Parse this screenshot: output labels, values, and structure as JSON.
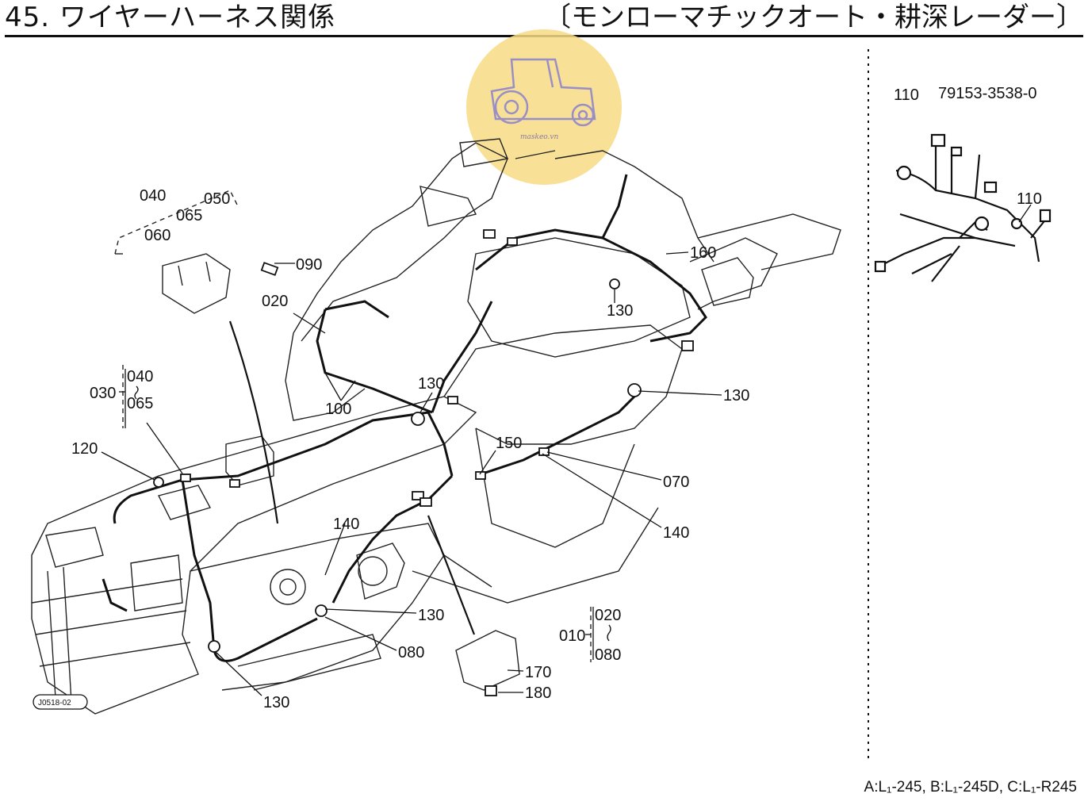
{
  "header": {
    "title": "45. ワイヤーハーネス関係",
    "subtitle": "〔モンローマチックオート・耕深レーダー〕"
  },
  "watermark": {
    "text": "maskeo.vn",
    "icon": "tractor-logo-icon",
    "color": "#f5d77a"
  },
  "inset": {
    "part_no": "110",
    "part_number": "79153-3538-0",
    "callout": "110"
  },
  "callouts": {
    "c040": "040",
    "c050": "050",
    "c065": "065",
    "c060": "060",
    "c090": "090",
    "c020": "020",
    "c030": "030",
    "c040b": "040",
    "c065b": "065",
    "c120": "120",
    "c100": "100",
    "c130a": "130",
    "c130b": "130",
    "c130c": "130",
    "c130d": "130",
    "c130e": "130",
    "c150": "150",
    "c160": "160",
    "c070": "070",
    "c140a": "140",
    "c140b": "140",
    "c080": "080",
    "c010": "010",
    "c020b": "020",
    "c080b": "080",
    "c170": "170",
    "c180": "180",
    "drawing_no": "J0518-02"
  },
  "footer": {
    "models": "A:L₁-245, B:L₁-245D, C:L₁-R245"
  }
}
